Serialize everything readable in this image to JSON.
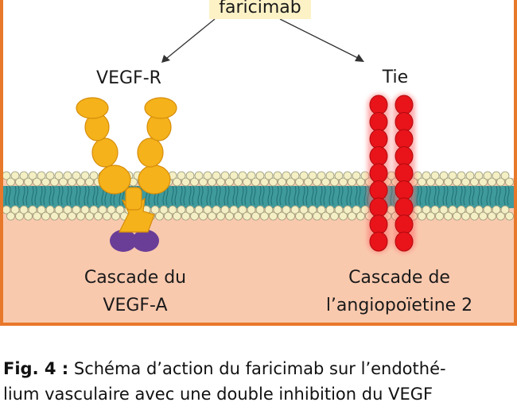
{
  "drug_label": "faricimab",
  "receptor_left_label": "VEGF-R",
  "receptor_right_label": "Tie",
  "cascade_left_line1": "Cascade du",
  "cascade_left_line2": "VEGF-A",
  "cascade_right_line1": "Cascade de",
  "cascade_right_line2": "l’angiopoïetine 2",
  "caption": {
    "label": "Fig. 4 :",
    "line1_text": " Schéma d’action du faricimab sur l’endothé-",
    "line2_text": "lium vasculaire avec une double inhibition du VEGF"
  },
  "colors": {
    "frame": "#e8782a",
    "extracellular": "#ffffff",
    "intracellular": "#f9c9ae",
    "membrane_teal": "#3f9a9c",
    "lipid_head": "#f4efc4",
    "receptor_yellow": "#f5b21a",
    "receptor_purple": "#6a3e97",
    "tie_red": "#e8141a",
    "drug_label_bg": "#fdf2c6"
  }
}
